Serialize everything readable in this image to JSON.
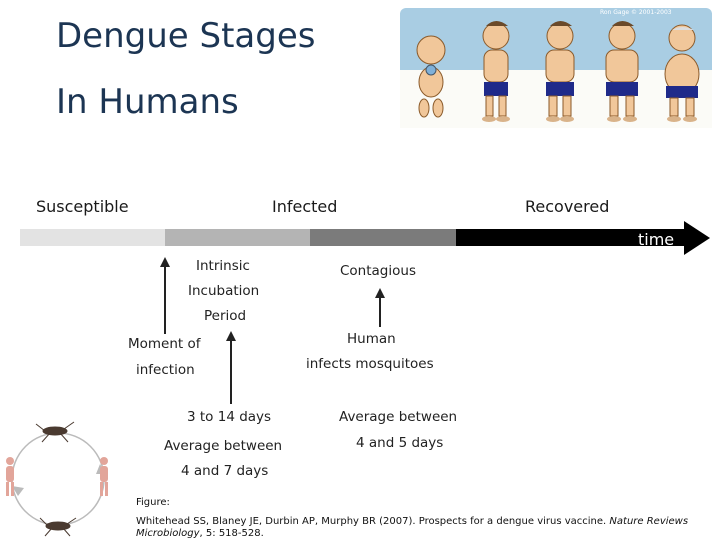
{
  "title_line1": "Dengue Stages",
  "title_line2": "In Humans",
  "stages": {
    "susceptible": "Susceptible",
    "infected": "Infected",
    "recovered": "Recovered"
  },
  "timeline": {
    "time_label": "time",
    "segment_colors": [
      "#e3e3e3",
      "#b4b4b4",
      "#7b7b7b",
      "#000000"
    ]
  },
  "labels": {
    "intrinsic": "Intrinsic",
    "incubation": "Incubation",
    "period": "Period",
    "contagious": "Contagious",
    "moment_of": "Moment of",
    "infection": "infection",
    "human": "Human",
    "infects_mosquitoes": "infects mosquitoes",
    "days_3_14": "3 to 14 days",
    "avg_between_left": "Average between",
    "days_4_7": "4 and 7 days",
    "avg_between_right": "Average between",
    "days_4_5": "4 and 5 days"
  },
  "figure": {
    "label": "Figure:",
    "citation": "Whitehead SS, Blaney JE, Durbin AP, Murphy BR (2007). Prospects for a dengue virus vaccine.",
    "journal": "Nature Reviews Microbiology",
    "rest": ", 5: 518-528."
  },
  "cartoon_credit": "Ron Gage © 2001-2003",
  "colors": {
    "title": "#1c3553",
    "cartoon_bg": "#a9cde3",
    "skin": "#f1c79a",
    "shorts": "#1f2a8a"
  }
}
